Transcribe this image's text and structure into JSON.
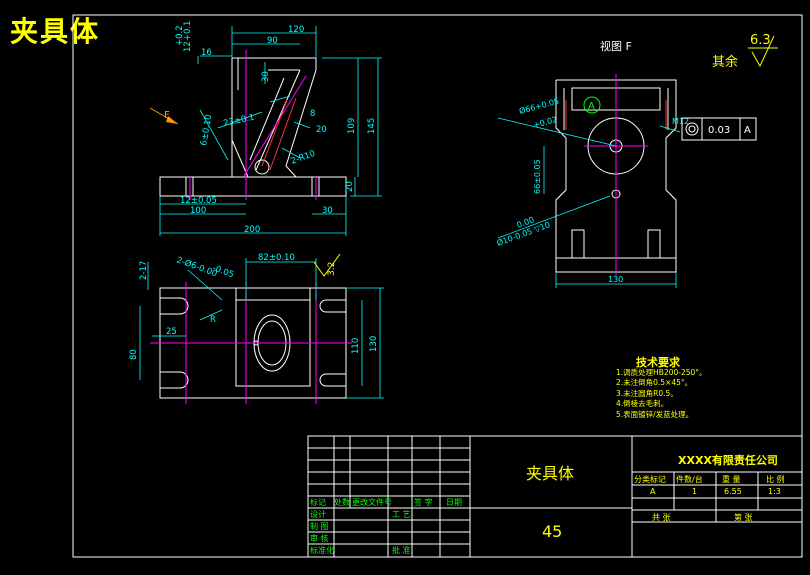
{
  "drawing_title": "夹具体",
  "view_label": "视图 F",
  "surface_finish": {
    "value": "6.3",
    "prefix": "其余"
  },
  "label_F": "F",
  "label_A": "A",
  "front_dims": {
    "d120": "120",
    "d90": "90",
    "d16": "16",
    "d30top": "30",
    "tol_plus": "+0.2",
    "tol_12": "12+0.1",
    "d23": "23±0.1",
    "d8": "8",
    "d20a": "20",
    "r10": "2-R10",
    "d6": "6±0.10",
    "d109": "109",
    "d145": "145",
    "d20b": "20",
    "d12": "12±0.05",
    "d100": "100",
    "d30": "30",
    "d200": "200"
  },
  "side_dims": {
    "d66a": "Ø66+0.05",
    "d66b": "+0.02",
    "m12": "M12",
    "tol_box": "0.03",
    "tol_ref": "A",
    "d66v": "66±0.05",
    "d10a": "0.00",
    "d10b": "Ø10-0.05 ▽10",
    "d130": "130"
  },
  "top_dims": {
    "d82": "82±0.10",
    "d2_17": "2-17",
    "holes": "2-Ø6-0.00",
    "holes2": "-0.05",
    "d25": "25",
    "r": "R",
    "d80": "80",
    "d110": "110",
    "d130": "130",
    "roughness": "3.2"
  },
  "tech_req": {
    "title": "技术要求",
    "lines": [
      "1.调质处理HB200-250°。",
      "2.未注倒角0.5×45°。",
      "3.未注圆角R0.5。",
      "4.倒棱去毛刺。",
      "5.表面镀锌/发蓝处理。"
    ]
  },
  "title_block": {
    "part_name": "夹具体",
    "material": "45",
    "company": "XXXX有限责任公司",
    "headers": [
      "标记",
      "处数",
      "更改文件号",
      "签 字",
      "日期"
    ],
    "rows": [
      "设计",
      "制 图",
      "审 核",
      "标准化"
    ],
    "process": "工 艺",
    "approve": "批 准",
    "info_headers": [
      "分类标记",
      "件数/台",
      "重 量",
      "比 例"
    ],
    "info_values": [
      "A",
      "1",
      "6.55",
      "1:3"
    ],
    "sheet_labels": [
      "共  张",
      "第  张"
    ]
  }
}
